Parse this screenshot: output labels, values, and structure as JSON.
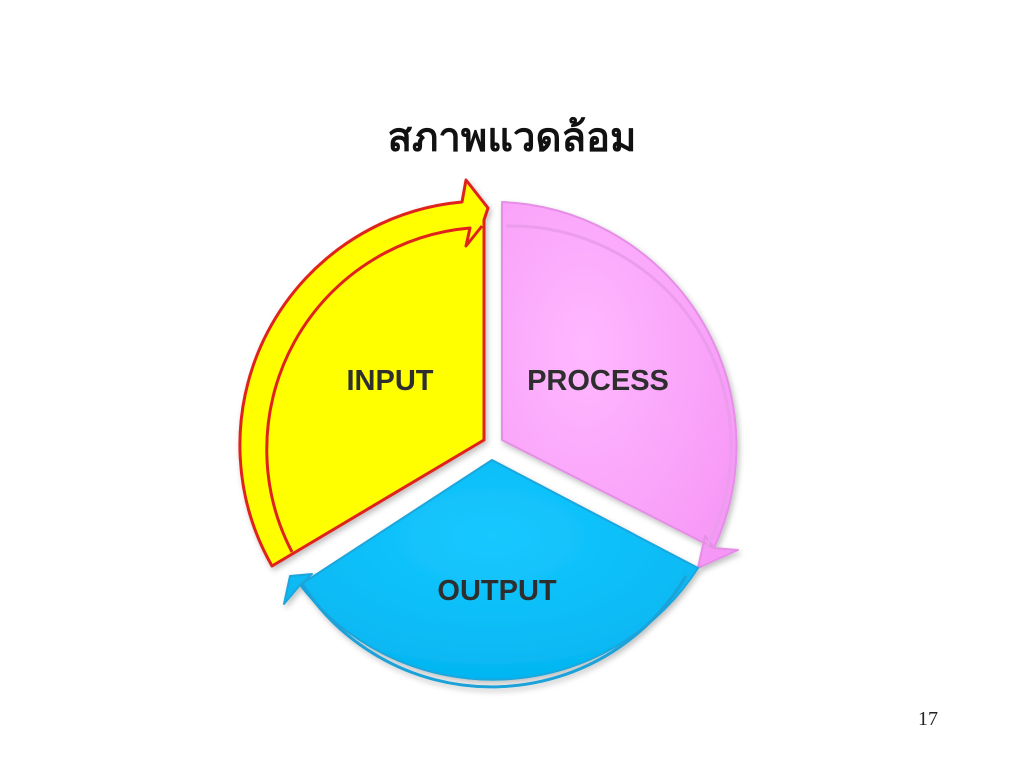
{
  "slide": {
    "title": "สภาพแวดล้อม",
    "page_number": "17"
  },
  "cycle": {
    "segments": [
      {
        "label": "INPUT",
        "color": "#ffff00",
        "accent": "#e0201a"
      },
      {
        "label": "PROCESS",
        "color": "#ffa6ff",
        "accent": "#e08ee8"
      },
      {
        "label": "OUTPUT",
        "color": "#00c0f5",
        "accent": "#20a8e0"
      }
    ],
    "arrow_icon": "curved-arrow-icon"
  }
}
